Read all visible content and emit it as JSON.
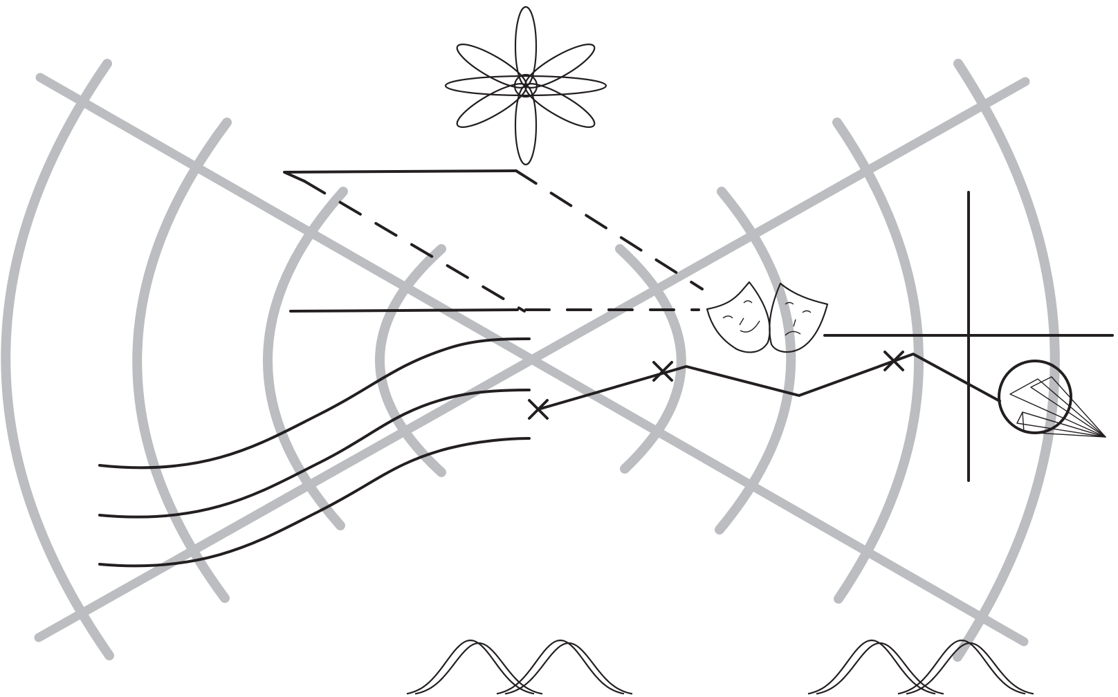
{
  "diagram": {
    "style": {
      "background": "#ffffff",
      "grey": "#bcbdc0",
      "ink": "#231f20"
    },
    "icons": [
      "flower-icon",
      "theater-masks-icon",
      "paper-plane-icon",
      "wave-peaks-icon"
    ],
    "markers": [
      "cross-marker",
      "cross-marker",
      "cross-marker"
    ]
  }
}
